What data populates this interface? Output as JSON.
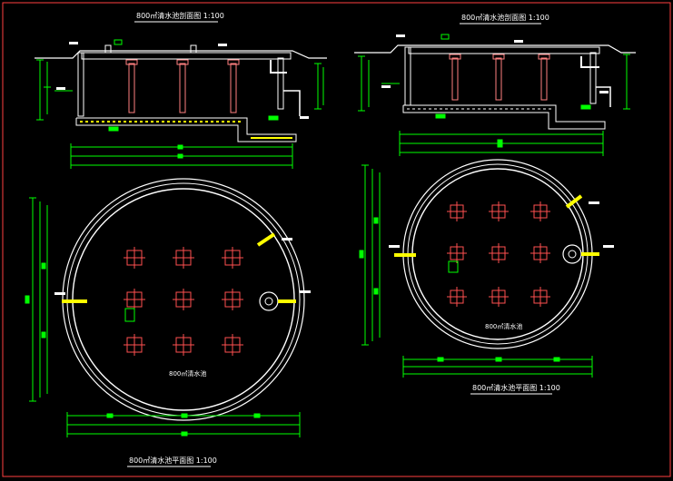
{
  "colors": {
    "background": "#000000",
    "linework": "#ffffff",
    "dimensions": "#00ff00",
    "pipes": "#ffff00",
    "columns": "#ff8080",
    "frame": "#ff4040"
  },
  "views": {
    "section_a": {
      "title": "800㎡清水池剖面图 1:100"
    },
    "section_b": {
      "title": "800㎡清水池剖面图 1:100"
    },
    "plan_a": {
      "title": "800㎡清水池平面图 1:100",
      "inner_note": "800㎡清水池"
    },
    "plan_b": {
      "title": "800㎡清水池平面图 1:100",
      "inner_note": "800㎡清水池"
    }
  }
}
